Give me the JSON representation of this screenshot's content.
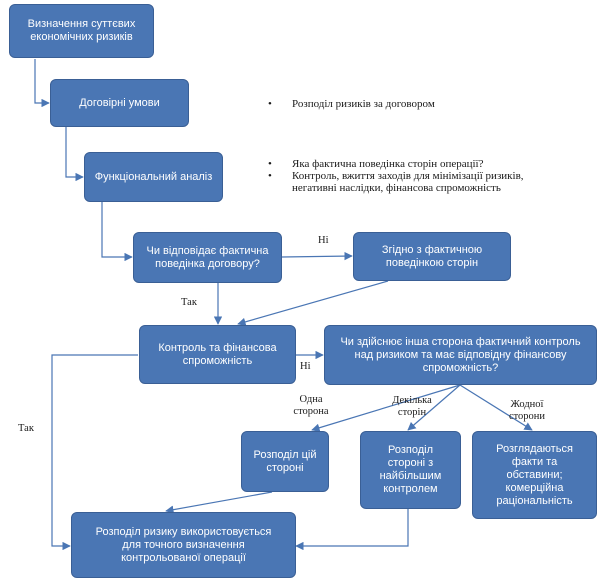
{
  "colors": {
    "box_fill": "#4a76b4",
    "box_border": "#3a5f95",
    "connector": "#4a76b4",
    "text": "#ffffff"
  },
  "nodes": {
    "essential_risks": "Визначення суттєвих економічних ризиків",
    "contract_terms": "Договірні умови",
    "functional_analysis": "Функціональний аналіз",
    "matches_contract": "Чи відповідає фактична поведінка договору?",
    "per_actual_conduct": "Згідно з фактичною поведінкою сторін",
    "control_financial": "Контроль та фінансова спроможність",
    "other_party_question": "Чи здійснює інша сторона фактичний контроль над ризиком та має відповідну фінансову спроможність?",
    "allocate_this_party": "Розподіл цій стороні",
    "allocate_most_control": "Розподіл стороні з найбільшим контролем",
    "consider_facts": "Розглядаються факти та обставини; комерційна раціональність",
    "final_allocation": "Розподіл ризику використовується для точного визначення контрольованої операції"
  },
  "notes": {
    "contract_terms": [
      "Розподіл ризиків за договором"
    ],
    "functional_analysis": [
      "Яка фактична поведінка сторін операції?",
      "Контроль, вжиття заходів для мінімізації ризиків, негативні наслідки, фінансова спроможність"
    ]
  },
  "edge_labels": {
    "no_1": "Ні",
    "yes_1": "Так",
    "no_2": "Ні",
    "yes_2": "Так",
    "one_party": "Одна сторона",
    "several_parties": "Декілька сторін",
    "no_party": "Жодної сторони"
  }
}
